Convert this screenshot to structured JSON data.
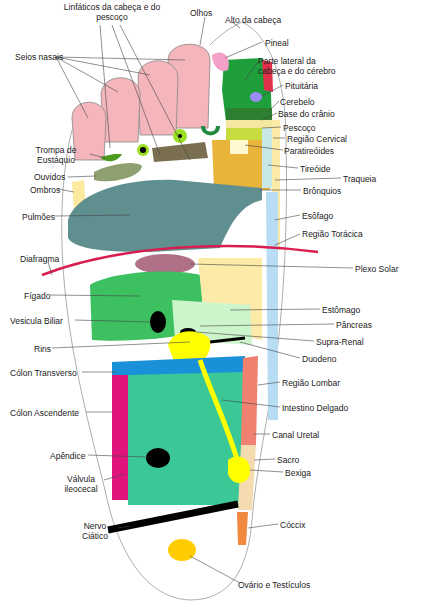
{
  "diagram": {
    "labels": [
      "Olhos",
      "Alto da cabeça",
      "Linfáticos da cabeça e do pescoço",
      "Seios nasais",
      "Pineal",
      "Parte lateral da cabeça e do cérebro",
      "Pituitária",
      "Cerebelo",
      "Base do crânio",
      "Pescoço",
      "Região Cervical",
      "Trompa de Eustáquio",
      "Paratireóides",
      "Ouvidos",
      "Tireóide",
      "Traqueia",
      "Ombros",
      "Brônquios",
      "Pulmões",
      "Esôfago",
      "Região Torácica",
      "Diafragma",
      "Plexo Solar",
      "Fígado",
      "Estômago",
      "Vesicula Biliar",
      "Pâncreas",
      "Supra-Renal",
      "Rins",
      "Duodeno",
      "Cólon Transverso",
      "Região Lombar",
      "Intestino Delgado",
      "Cólon Ascendente",
      "Canal Uretal",
      "Apêndice",
      "Sacro",
      "Bexiga",
      "Válvula ileocecal",
      "Cóccix",
      "Nervo Ciático",
      "Ovário e Testículos"
    ]
  }
}
